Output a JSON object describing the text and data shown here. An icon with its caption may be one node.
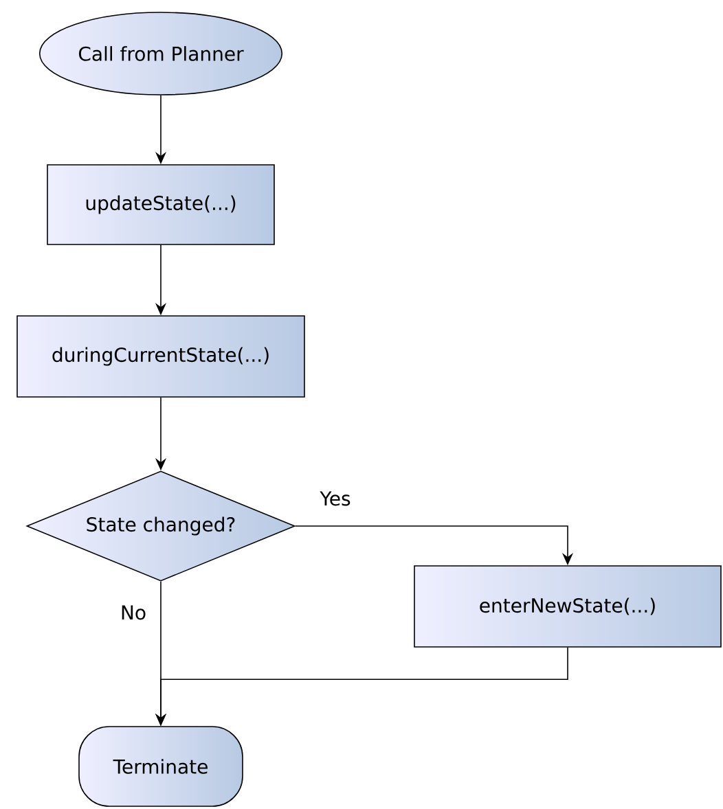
{
  "diagram": {
    "nodes": [
      {
        "text": [
          "Call from Planner"
        ]
      },
      {
        "text": [
          "updateState(...)"
        ]
      },
      {
        "text": [
          "duringCurrentState(...)"
        ]
      },
      {
        "text": [
          "State changed?"
        ]
      },
      {
        "text": [
          "enterNewState(...)"
        ]
      },
      {
        "text": [
          "Terminate"
        ]
      }
    ],
    "edges": [
      {
        "from": 0,
        "to": 1,
        "arrow": "to"
      },
      {
        "from": 1,
        "to": 2,
        "arrow": "to"
      },
      {
        "from": 2,
        "to": 3,
        "arrow": "to"
      },
      {
        "from": 3,
        "to": 4,
        "arrow": "to",
        "label": "Yes"
      },
      {
        "from": 3,
        "to": 5,
        "arrow": "to",
        "label": "No"
      },
      {
        "from": 4,
        "to": 5,
        "arrow": "to"
      }
    ]
  }
}
